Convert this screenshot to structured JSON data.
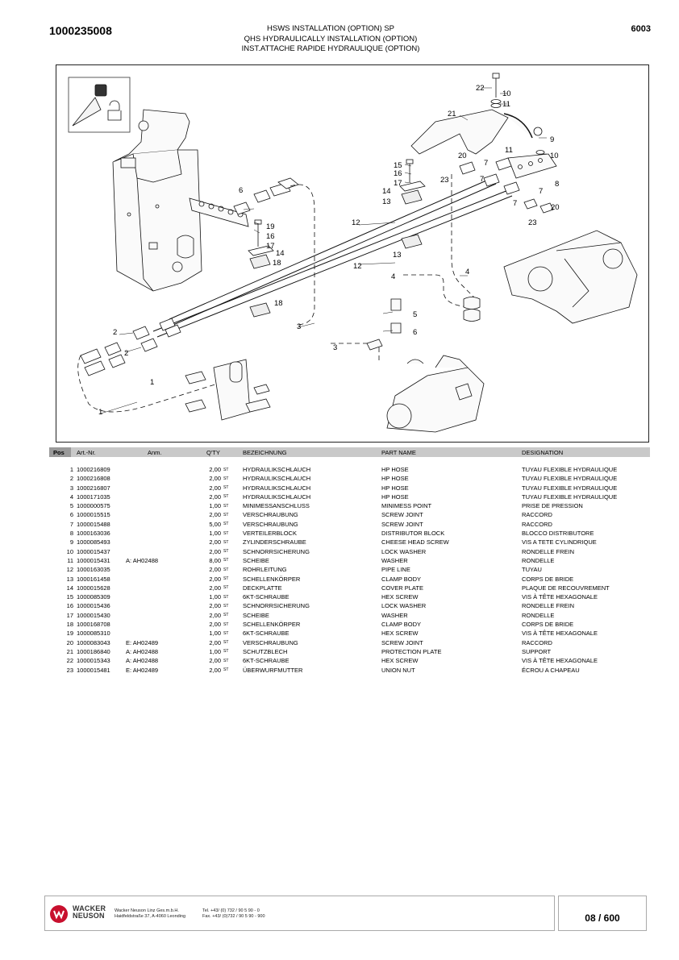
{
  "header": {
    "doc_number": "1000235008",
    "titles": [
      "HSWS INSTALLATION (OPTION) SP",
      "QHS HYDRAULICALLY INSTALLATION (OPTION)",
      "INST.ATTACHE RAPIDE HYDRAULIQUE (OPTION)"
    ],
    "page_code": "6003"
  },
  "drawing": {
    "callouts": [
      "22",
      "10",
      "11",
      "21",
      "9",
      "10",
      "20",
      "11",
      "7",
      "8",
      "15",
      "16",
      "17",
      "23",
      "7",
      "14",
      "13",
      "7",
      "7",
      "20",
      "23",
      "6",
      "19",
      "16",
      "17",
      "14",
      "18",
      "12",
      "12",
      "13",
      "4",
      "4",
      "5",
      "6",
      "18",
      "3",
      "3",
      "2",
      "2",
      "1",
      "1"
    ]
  },
  "table": {
    "headers": {
      "pos": "Pos",
      "art": "Art.-Nr.",
      "anm": "Anm.",
      "qty": "Q'TY",
      "de": "BEZEICHNUNG",
      "en": "PART NAME",
      "fr": "DESIGNATION"
    },
    "unit": "ST",
    "rows": [
      {
        "pos": "1",
        "art": "1000216809",
        "anm": "",
        "qty": "2,00",
        "de": "HYDRAULIKSCHLAUCH",
        "en": "HP HOSE",
        "fr": "TUYAU FLEXIBLE HYDRAULIQUE"
      },
      {
        "pos": "2",
        "art": "1000216808",
        "anm": "",
        "qty": "2,00",
        "de": "HYDRAULIKSCHLAUCH",
        "en": "HP HOSE",
        "fr": "TUYAU FLEXIBLE HYDRAULIQUE"
      },
      {
        "pos": "3",
        "art": "1000216807",
        "anm": "",
        "qty": "2,00",
        "de": "HYDRAULIKSCHLAUCH",
        "en": "HP HOSE",
        "fr": "TUYAU FLEXIBLE HYDRAULIQUE"
      },
      {
        "pos": "4",
        "art": "1000171035",
        "anm": "",
        "qty": "2,00",
        "de": "HYDRAULIKSCHLAUCH",
        "en": "HP HOSE",
        "fr": "TUYAU FLEXIBLE HYDRAULIQUE"
      },
      {
        "pos": "5",
        "art": "1000000575",
        "anm": "",
        "qty": "1,00",
        "de": "MINIMESSANSCHLUSS",
        "en": "MINIMESS POINT",
        "fr": "PRISE DE PRESSION"
      },
      {
        "pos": "6",
        "art": "1000015515",
        "anm": "",
        "qty": "2,00",
        "de": "VERSCHRAUBUNG",
        "en": "SCREW JOINT",
        "fr": "RACCORD"
      },
      {
        "pos": "7",
        "art": "1000015488",
        "anm": "",
        "qty": "5,00",
        "de": "VERSCHRAUBUNG",
        "en": "SCREW JOINT",
        "fr": "RACCORD"
      },
      {
        "pos": "8",
        "art": "1000163036",
        "anm": "",
        "qty": "1,00",
        "de": "VERTEILERBLOCK",
        "en": "DISTRIBUTOR BLOCK",
        "fr": "BLOCCO DISTRIBUTORE"
      },
      {
        "pos": "9",
        "art": "1000085493",
        "anm": "",
        "qty": "2,00",
        "de": "ZYLINDERSCHRAUBE",
        "en": "CHEESE HEAD SCREW",
        "fr": "VIS A TETE CYLINDRIQUE"
      },
      {
        "pos": "10",
        "art": "1000015437",
        "anm": "",
        "qty": "2,00",
        "de": "SCHNORRSICHERUNG",
        "en": "LOCK WASHER",
        "fr": "RONDELLE FREIN"
      },
      {
        "pos": "11",
        "art": "1000015431",
        "anm": "A: AH02488",
        "qty": "8,00",
        "de": "SCHEIBE",
        "en": "WASHER",
        "fr": "RONDELLE"
      },
      {
        "pos": "12",
        "art": "1000163035",
        "anm": "",
        "qty": "2,00",
        "de": "ROHRLEITUNG",
        "en": "PIPE LINE",
        "fr": "TUYAU"
      },
      {
        "pos": "13",
        "art": "1000161458",
        "anm": "",
        "qty": "2,00",
        "de": "SCHELLENKÖRPER",
        "en": "CLAMP BODY",
        "fr": "CORPS DE BRIDE"
      },
      {
        "pos": "14",
        "art": "1000015628",
        "anm": "",
        "qty": "2,00",
        "de": "DECKPLATTE",
        "en": "COVER PLATE",
        "fr": "PLAQUE DE RECOUVREMENT"
      },
      {
        "pos": "15",
        "art": "1000085309",
        "anm": "",
        "qty": "1,00",
        "de": "6KT-SCHRAUBE",
        "en": "HEX SCREW",
        "fr": "VIS À TÊTE HEXAGONALE"
      },
      {
        "pos": "16",
        "art": "1000015436",
        "anm": "",
        "qty": "2,00",
        "de": "SCHNORRSICHERUNG",
        "en": "LOCK WASHER",
        "fr": "RONDELLE FREIN"
      },
      {
        "pos": "17",
        "art": "1000015430",
        "anm": "",
        "qty": "2,00",
        "de": "SCHEIBE",
        "en": "WASHER",
        "fr": "RONDELLE"
      },
      {
        "pos": "18",
        "art": "1000168708",
        "anm": "",
        "qty": "2,00",
        "de": "SCHELLENKÖRPER",
        "en": "CLAMP BODY",
        "fr": "CORPS DE BRIDE"
      },
      {
        "pos": "19",
        "art": "1000085310",
        "anm": "",
        "qty": "1,00",
        "de": "6KT-SCHRAUBE",
        "en": "HEX SCREW",
        "fr": "VIS À TÊTE HEXAGONALE"
      },
      {
        "pos": "20",
        "art": "1000083043",
        "anm": "E: AH02489",
        "qty": "2,00",
        "de": "VERSCHRAUBUNG",
        "en": "SCREW JOINT",
        "fr": "RACCORD"
      },
      {
        "pos": "21",
        "art": "1000186840",
        "anm": "A: AH02488",
        "qty": "1,00",
        "de": "SCHUTZBLECH",
        "en": "PROTECTION PLATE",
        "fr": "SUPPORT"
      },
      {
        "pos": "22",
        "art": "1000015343",
        "anm": "A: AH02488",
        "qty": "2,00",
        "de": "6KT-SCHRAUBE",
        "en": "HEX SCREW",
        "fr": "VIS À TÊTE HEXAGONALE"
      },
      {
        "pos": "23",
        "art": "1000015481",
        "anm": "E: AH02489",
        "qty": "2,00",
        "de": "ÜBERWURFMUTTER",
        "en": "UNION NUT",
        "fr": "ÉCROU A CHAPEAU"
      }
    ]
  },
  "footer": {
    "logo_line1": "WACKER",
    "logo_line2": "NEUSON",
    "company": "Wacker Neuson Linz  Ges.m.b.H.",
    "address": "Haidfeldstraße 37, A-4060 Leonding",
    "tel": "Tel. +43/ (0) 732 / 90 5 90 - 0",
    "fax": "Fax. +43/ (0)732 / 90 5 90 - 900",
    "page_current": "08",
    "page_total": "600",
    "brand_color": "#c8102e"
  }
}
